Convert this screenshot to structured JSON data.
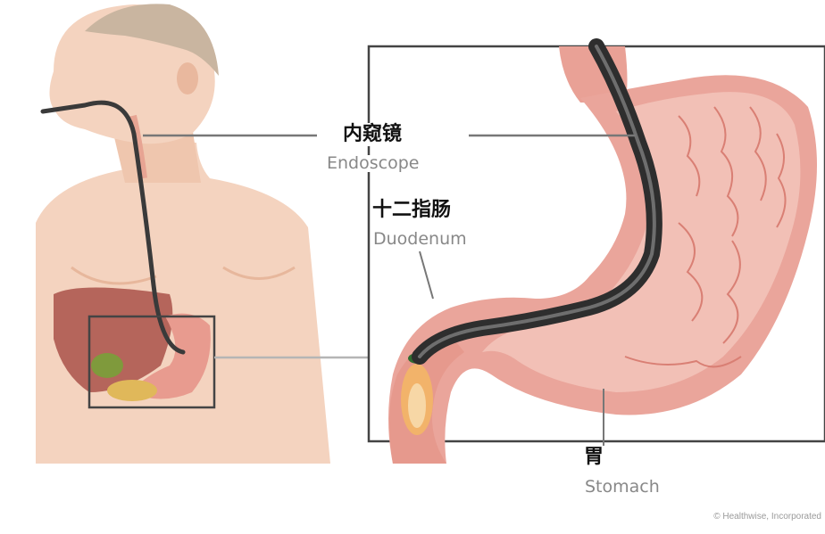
{
  "labels": {
    "endoscope": {
      "zh": "内窥镜",
      "en": "Endoscope"
    },
    "duodenum": {
      "zh": "十二指肠",
      "en": "Duodenum"
    },
    "stomach": {
      "zh": "胃",
      "en": "Stomach"
    }
  },
  "credit": "© Healthwise, Incorporated",
  "colors": {
    "skin": "#f4d3bf",
    "skin_shadow": "#e7b79c",
    "hair": "#c9b5a0",
    "liver": "#b5655b",
    "stomach_outer": "#eaa59b",
    "stomach_inner": "#f2c0b6",
    "stomach_fold": "#d97f74",
    "scope": "#4a4a4a",
    "frame": "#3a3a3a"
  },
  "icons": {
    "body": "torso-illustration",
    "stomach": "stomach-cross-section"
  }
}
